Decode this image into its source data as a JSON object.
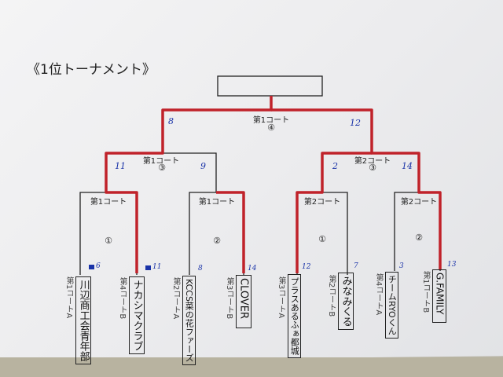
{
  "title": "《1位トーナメント》",
  "final": {
    "court": "第1コート",
    "match": "④",
    "scores": [
      "8",
      "12"
    ]
  },
  "semis": [
    {
      "court": "第1コート",
      "match": "③",
      "scores": [
        "11",
        "9"
      ]
    },
    {
      "court": "第2コート",
      "match": "③",
      "scores": [
        "2",
        "14"
      ]
    }
  ],
  "first_round": [
    {
      "court": "第1コート",
      "match": "①"
    },
    {
      "court": "第1コート",
      "match": "②"
    },
    {
      "court": "第2コート",
      "match": "①"
    },
    {
      "court": "第2コート",
      "match": "②"
    }
  ],
  "teams": [
    {
      "name": "川辺商工会青年部",
      "origin": "第1コートA",
      "score": "6"
    },
    {
      "name": "ナカシマクラブ",
      "origin": "第4コートB",
      "score": "11"
    },
    {
      "name": "KCCS菜の花ファーズ",
      "origin": "第2コートA",
      "score": "8"
    },
    {
      "name": "CLOVER",
      "origin": "第3コートB",
      "score": "14"
    },
    {
      "name": "プラスあるふぁ都城",
      "origin": "第3コートA",
      "score": "12"
    },
    {
      "name": "みなみくる",
      "origin": "第2コートB",
      "score": "7"
    },
    {
      "name": "チームRYOくん",
      "origin": "第4コートA",
      "score": "3"
    },
    {
      "name": "G.FAMILY",
      "origin": "第1コートB",
      "score": "13"
    }
  ],
  "colors": {
    "winner_line": "#c0222a",
    "line": "#222222",
    "score_ink": "#1a33a8"
  }
}
